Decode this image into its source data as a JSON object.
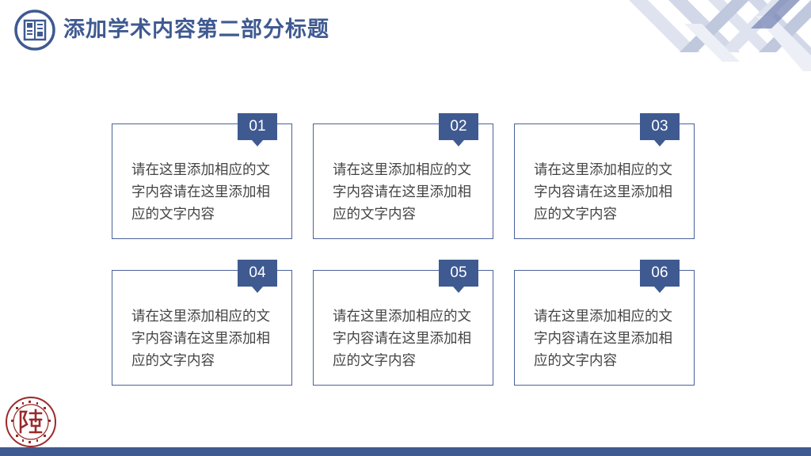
{
  "title": "添加学术内容第二部分标题",
  "colors": {
    "accent": "#3f5a91",
    "border": "#4a6199",
    "text": "#444444",
    "seal": "#9b2a2a"
  },
  "cards": [
    {
      "number": "01",
      "text": "请在这里添加相应的文字内容请在这里添加相应的文字内容"
    },
    {
      "number": "02",
      "text": "请在这里添加相应的文字内容请在这里添加相应的文字内容"
    },
    {
      "number": "03",
      "text": "请在这里添加相应的文字内容请在这里添加相应的文字内容"
    },
    {
      "number": "04",
      "text": "请在这里添加相应的文字内容请在这里添加相应的文字内容"
    },
    {
      "number": "05",
      "text": "请在这里添加相应的文字内容请在这里添加相应的文字内容"
    },
    {
      "number": "06",
      "text": "请在这里添加相应的文字内容请在这里添加相应的文字内容"
    }
  ],
  "icons": {
    "header": "book-page-icon",
    "logo": "university-seal-logo"
  }
}
